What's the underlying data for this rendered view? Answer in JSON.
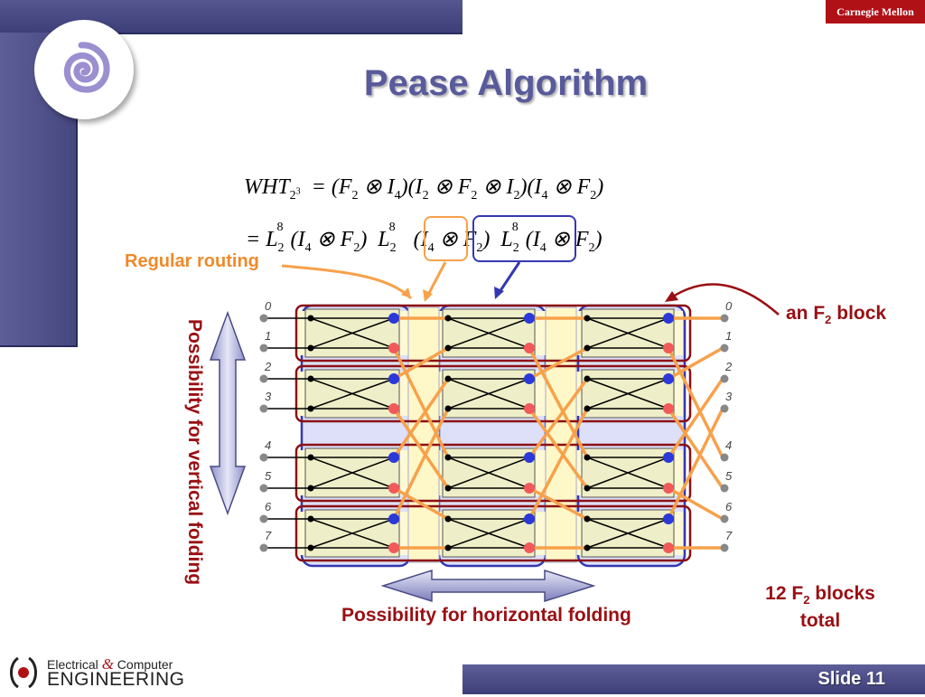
{
  "header": {
    "title": "Pease Algorithm",
    "org_badge": "Carnegie Mellon"
  },
  "equation": {
    "line1": "WHT_{2^3} = (F_2 ⊗ I_4)(I_2 ⊗ F_2 ⊗ I_2)(I_4 ⊗ F_2)",
    "line2": "= L_2^8(I_4 ⊗ F_2) L_2^8 (I_4 ⊗ F_2) L_2^8(I_4 ⊗ F_2)"
  },
  "annotations": {
    "regular_routing": "Regular routing",
    "f2_block_prefix": "an F",
    "f2_block_sub": "2",
    "f2_block_suffix": " block",
    "vertical_folding": "Possibility for vertical folding",
    "horizontal_folding": "Possibility for horizontal folding",
    "blocks_total_prefix": "12 F",
    "blocks_total_sub": "2",
    "blocks_total_suffix": " blocks",
    "blocks_total_line2": "total"
  },
  "diagram": {
    "input_indices": [
      "0",
      "1",
      "2",
      "3",
      "4",
      "5",
      "6",
      "7"
    ],
    "output_indices": [
      "0",
      "1",
      "2",
      "3",
      "4",
      "5",
      "6",
      "7"
    ],
    "stages": 3,
    "blocks_per_stage": 4
  },
  "colors": {
    "title": "#585a9b",
    "accent_red": "#990f13",
    "routing_orange": "#f7a14b",
    "blue_node": "#2c38d8",
    "red_node": "#f25a5a",
    "band": "#4a4b84"
  },
  "footer": {
    "dept_line1_a": "Electrical ",
    "dept_amp": "&",
    "dept_line1_b": " Computer",
    "dept_line2": "ENGINEERING",
    "slide_label": "Slide 11"
  }
}
